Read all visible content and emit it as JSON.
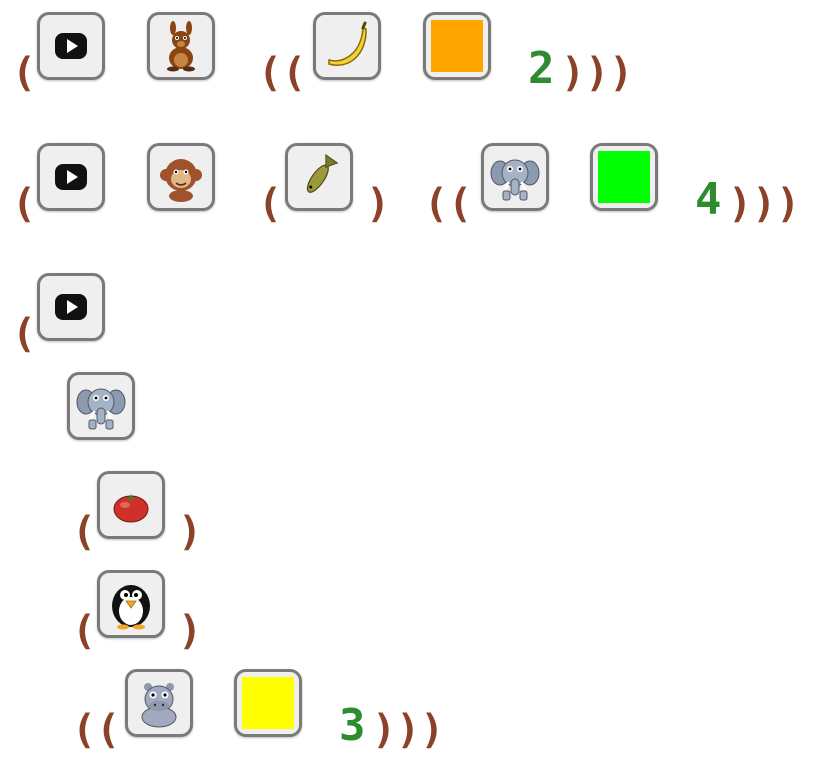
{
  "colors": {
    "paren": "#8b4226",
    "number": "#2e8b2e",
    "tile_border": "#7a7a7a",
    "tile_fill": "#efefef",
    "swatch_orange": "#ffa500",
    "swatch_green": "#00ff00",
    "swatch_yellow": "#ffff00"
  },
  "rows": [
    {
      "items": [
        "play-button-icon",
        "kangaroo-icon",
        "banana-icon",
        "orange-swatch"
      ],
      "number": "2",
      "open1": "(",
      "open2": "((",
      "close": ")))"
    },
    {
      "items": [
        "play-button-icon",
        "monkey-icon",
        "fish-icon",
        "elephant-icon",
        "green-swatch"
      ],
      "number": "4",
      "open1": "(",
      "open2": "(",
      "close2": ")",
      "open3": "((",
      "close": ")))"
    },
    {
      "items": [
        "play-button-icon",
        "elephant-icon",
        "tomato-icon",
        "penguin-icon",
        "hippo-icon",
        "yellow-swatch"
      ],
      "number": "3",
      "open1": "(",
      "open_tomato": "(",
      "close_tomato": ")",
      "open_penguin": "(",
      "close_penguin": ")",
      "open_last": "((",
      "close": ")))"
    }
  ]
}
